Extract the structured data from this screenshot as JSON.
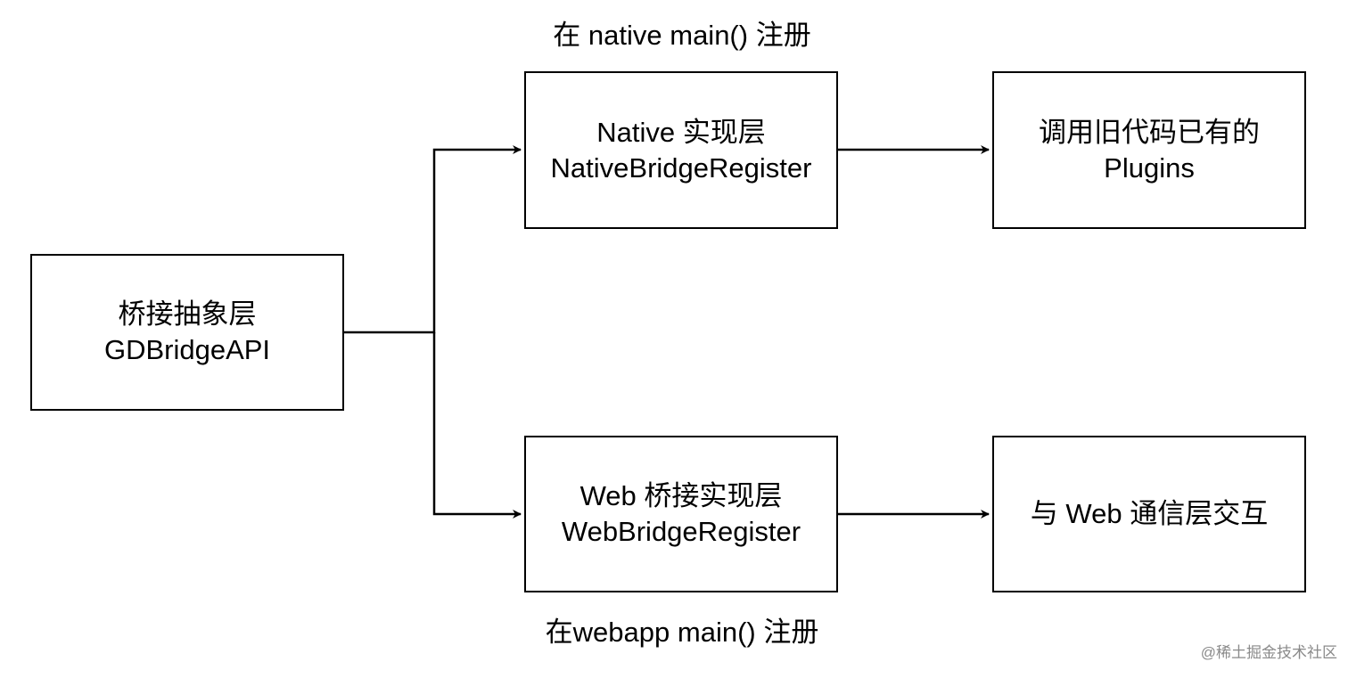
{
  "nodes": {
    "abstraction": {
      "line1": "桥接抽象层",
      "line2": "GDBridgeAPI"
    },
    "native": {
      "line1": "Native 实现层",
      "line2": "NativeBridgeRegister"
    },
    "web": {
      "line1": "Web 桥接实现层",
      "line2": "WebBridgeRegister"
    },
    "plugins": {
      "line1": "调用旧代码已有的",
      "line2": "Plugins"
    },
    "web_comm": {
      "line1": "与 Web 通信层交互"
    }
  },
  "captions": {
    "native_register": "在 native main() 注册",
    "webapp_register": "在webapp main() 注册"
  },
  "watermark": "@稀土掘金技术社区"
}
